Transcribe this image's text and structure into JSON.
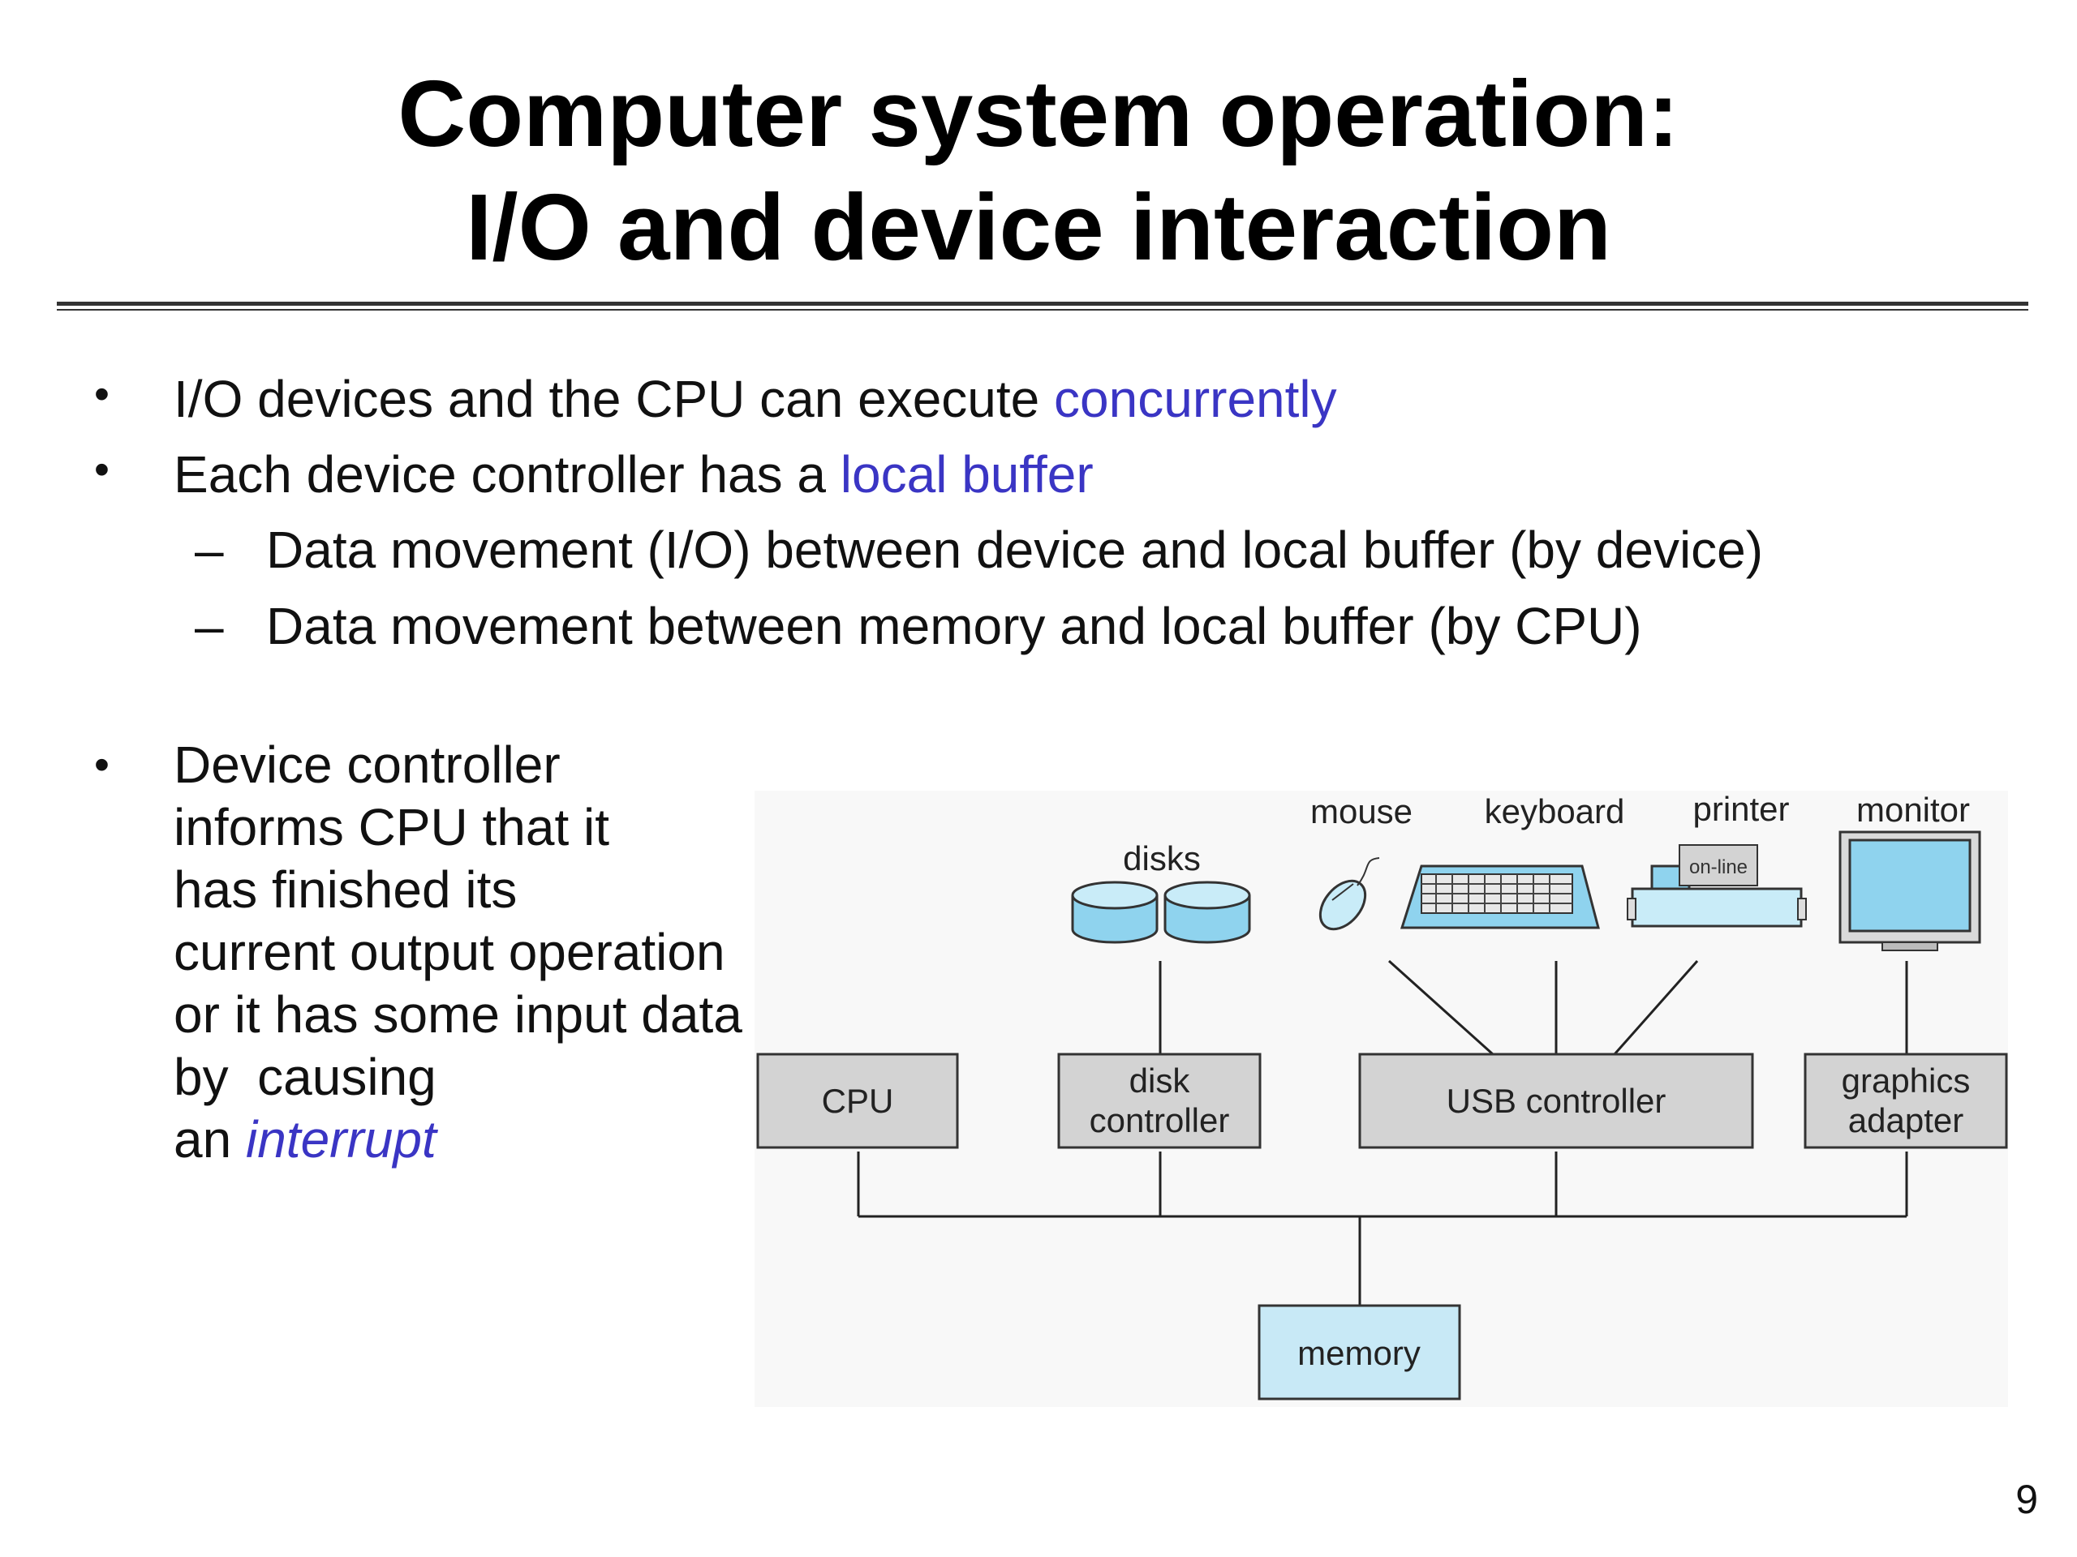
{
  "slide": {
    "title_line1": "Computer system operation:",
    "title_line2": "I/O and device interaction",
    "page_number": "9"
  },
  "bullets": {
    "b1_text": "I/O devices and the CPU can execute ",
    "b1_highlight": "concurrently",
    "b2_text": "Each device controller has a ",
    "b2_highlight": "local buffer",
    "sub1": "Data movement (I/O) between device and local buffer (by device)",
    "sub2": "Data movement between memory and local buffer (by CPU)",
    "b3_lines": [
      "Device controller",
      "informs CPU that it",
      "has finished its",
      "current output operation",
      "or it has some input data",
      "by  causing"
    ],
    "b3_last_prefix": "an ",
    "b3_highlight": "interrupt"
  },
  "diagram": {
    "devices": {
      "disks": "disks",
      "mouse": "mouse",
      "keyboard": "keyboard",
      "printer": "printer",
      "printer_panel": "on-line",
      "monitor": "monitor"
    },
    "boxes": {
      "cpu": "CPU",
      "disk_controller_l1": "disk",
      "disk_controller_l2": "controller",
      "usb_controller": "USB controller",
      "graphics_adapter_l1": "graphics",
      "graphics_adapter_l2": "adapter",
      "memory": "memory"
    }
  },
  "colors": {
    "highlight": "#3a35c4",
    "box_gray": "#d3d3d3",
    "memory_blue": "#c8e9f6",
    "device_blue": "#8fd3ee"
  }
}
